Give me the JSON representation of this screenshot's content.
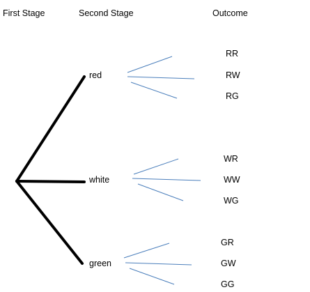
{
  "headers": {
    "first_stage": "First Stage",
    "second_stage": "Second Stage",
    "outcome": "Outcome"
  },
  "stage2": [
    "red",
    "white",
    "green"
  ],
  "outcomes": [
    [
      "RR",
      "RW",
      "RG"
    ],
    [
      "WR",
      "WW",
      "WG"
    ],
    [
      "GR",
      "GW",
      "GG"
    ]
  ],
  "colors": {
    "main_branch": "#000000",
    "sub_branch": "#4a7ebb"
  }
}
